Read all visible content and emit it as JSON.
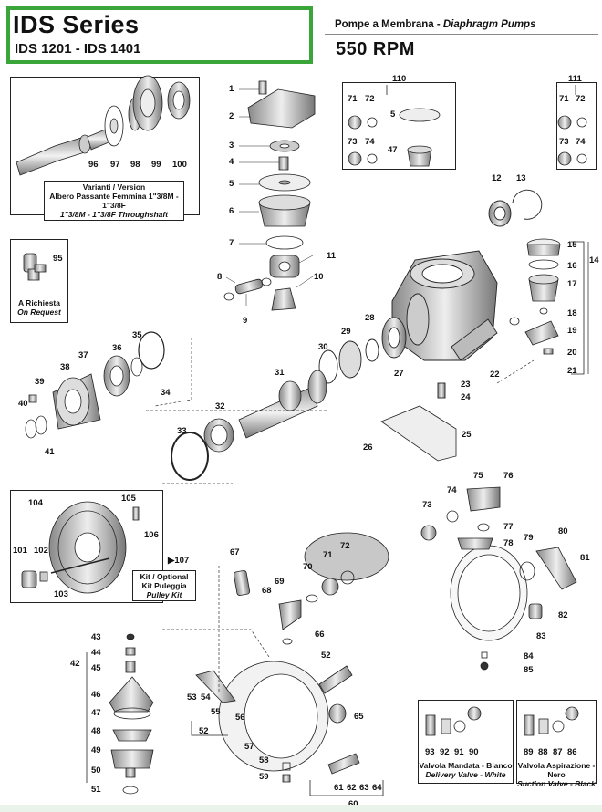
{
  "header": {
    "series": "IDS  Series",
    "models": "IDS 1201 - IDS 1401",
    "tagline_plain": "Pompe a Membrana - ",
    "tagline_italic": "Diaphragm Pumps",
    "rpm": "550 RPM"
  },
  "captions": {
    "version_line1": "Varianti / Version",
    "version_line2": "Albero Passante Femmina 1\"3/8M - 1\"3/8F",
    "version_line3": "1\"3/8M - 1\"3/8F Throughshaft",
    "request_line1": "A Richiesta",
    "request_line2": "On Request",
    "kit_line1": "Kit / Optional",
    "kit_line2": "Kit Puleggia",
    "kit_line3": "Pulley Kit",
    "delivery_line1": "Valvola Mandata - Bianco",
    "delivery_line2": "Delivery Valve - White",
    "suction_line1": "Valvola Aspirazione - Nero",
    "suction_line2": "Suction Valve - Black"
  },
  "group_labels": {
    "g110": "110",
    "g111": "111",
    "g14": "14",
    "g42": "42",
    "g52": "52",
    "g60": "60",
    "g107": "107"
  },
  "part_numbers": [
    "1",
    "2",
    "3",
    "4",
    "5",
    "6",
    "7",
    "8",
    "9",
    "10",
    "11",
    "12",
    "13",
    "15",
    "16",
    "17",
    "18",
    "19",
    "20",
    "21",
    "22",
    "23",
    "24",
    "25",
    "26",
    "27",
    "28",
    "29",
    "30",
    "31",
    "32",
    "33",
    "34",
    "35",
    "36",
    "37",
    "38",
    "39",
    "40",
    "41",
    "43",
    "44",
    "45",
    "46",
    "47",
    "48",
    "49",
    "50",
    "51",
    "53",
    "54",
    "55",
    "56",
    "57",
    "58",
    "59",
    "61",
    "62",
    "63",
    "64",
    "65",
    "66",
    "67",
    "68",
    "69",
    "70",
    "71",
    "72",
    "73",
    "74",
    "75",
    "76",
    "77",
    "78",
    "79",
    "80",
    "81",
    "82",
    "83",
    "84",
    "85",
    "86",
    "87",
    "88",
    "89",
    "90",
    "91",
    "92",
    "93",
    "95",
    "96",
    "97",
    "98",
    "99",
    "100",
    "101",
    "102",
    "103",
    "104",
    "105",
    "106"
  ]
}
